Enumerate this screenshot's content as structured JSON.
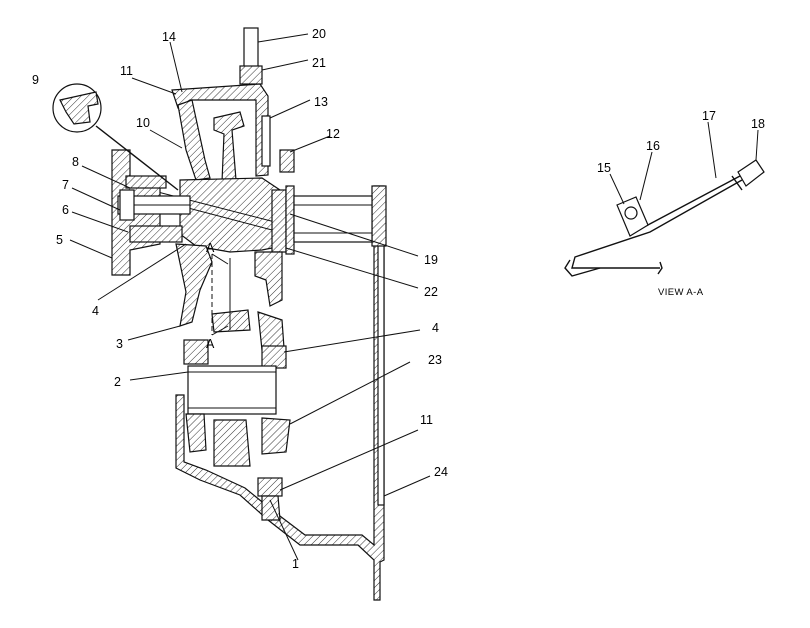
{
  "callouts": {
    "c1": "1",
    "c2": "2",
    "c3": "3",
    "c4a": "4",
    "c4b": "4",
    "c5": "5",
    "c6": "6",
    "c7": "7",
    "c8": "8",
    "c9": "9",
    "c10": "10",
    "c11a": "11",
    "c11b": "11",
    "c12": "12",
    "c13": "13",
    "c14": "14",
    "c15": "15",
    "c16": "16",
    "c17": "17",
    "c18": "18",
    "c19": "19",
    "c20": "20",
    "c21": "21",
    "c22": "22",
    "c23": "23",
    "c24": "24"
  },
  "section_marks": {
    "a_top": "A",
    "a_bottom": "A"
  },
  "view_caption": "VIEW  A-A",
  "colors": {
    "line": "#111111",
    "background": "#ffffff"
  }
}
